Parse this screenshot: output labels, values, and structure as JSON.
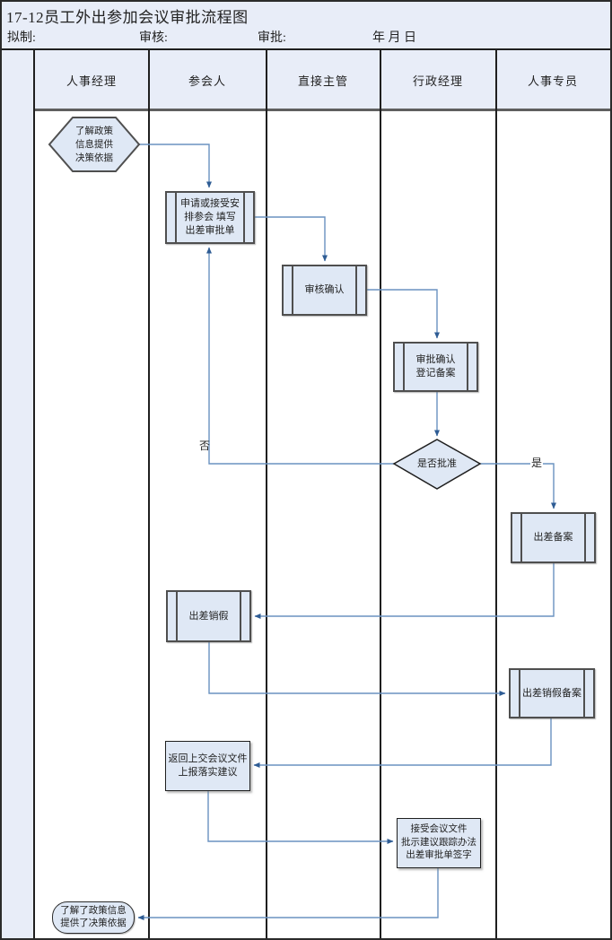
{
  "header": {
    "title": "17-12员工外出参加会议审批流程图",
    "prepared_label": "拟制:",
    "review_label": "审核:",
    "approve_label": "审批:",
    "date_label": "年 月 日"
  },
  "lanes": [
    {
      "label": "人事经理"
    },
    {
      "label": "参会人"
    },
    {
      "label": "直接主管"
    },
    {
      "label": "行政经理"
    },
    {
      "label": "人事专员"
    }
  ],
  "nodes": {
    "start": {
      "text": "了解政策\n信息提供\n决策依据"
    },
    "apply": {
      "text": "申请或接受安\n排参会 填写\n出差审批单"
    },
    "review": {
      "text": "审核确认"
    },
    "approve_register": {
      "text": "审批确认\n登记备案"
    },
    "decision": {
      "text": "是否批准"
    },
    "trip_record": {
      "text": "出差备案"
    },
    "trip_cancel": {
      "text": "出差销假"
    },
    "trip_cancel_record": {
      "text": "出差销假备案"
    },
    "submit_docs": {
      "text": "返回上交会议文件\n上报落实建议"
    },
    "accept_docs": {
      "text": "接受会议文件\n批示建议跟踪办法\n出差审批单签字"
    },
    "end": {
      "text": "了解了政策信息\n提供了决策依据"
    }
  },
  "edge_labels": {
    "no": "否",
    "yes": "是"
  },
  "colors": {
    "band_fill": "#e8edf8",
    "shape_fill": "#dfe8f5",
    "connector": "#6a92c0",
    "arrowhead": "#2e5c94",
    "grid_line": "#1f1f1f",
    "shape_border_gray": "#4f4f4f"
  }
}
